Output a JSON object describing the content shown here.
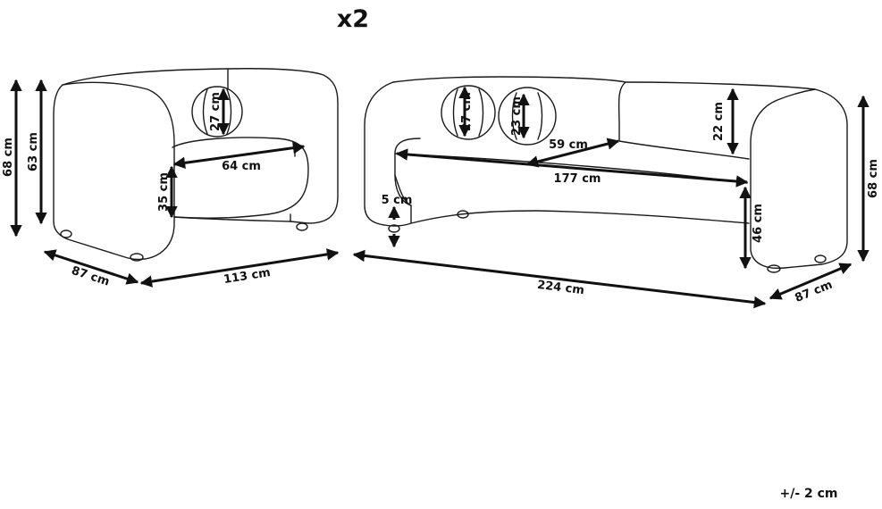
{
  "title": "x2",
  "tolerance": "+/- 2 cm",
  "armchair": {
    "height_total": "68 cm",
    "height_back": "63 cm",
    "cushion_diameter": "27 cm",
    "seat_width": "64 cm",
    "seat_height": "35 cm",
    "depth": "87 cm",
    "width": "113 cm"
  },
  "sofa": {
    "cushion_large": "27 cm",
    "cushion_small": "23 cm",
    "seat_depth": "59 cm",
    "seat_width": "177 cm",
    "back_height": "22 cm",
    "leg_height": "5 cm",
    "seat_height": "46 cm",
    "height_total": "68 cm",
    "width": "224 cm",
    "depth": "87 cm"
  },
  "colors": {
    "line": "#1a1a1a",
    "background": "#ffffff"
  }
}
